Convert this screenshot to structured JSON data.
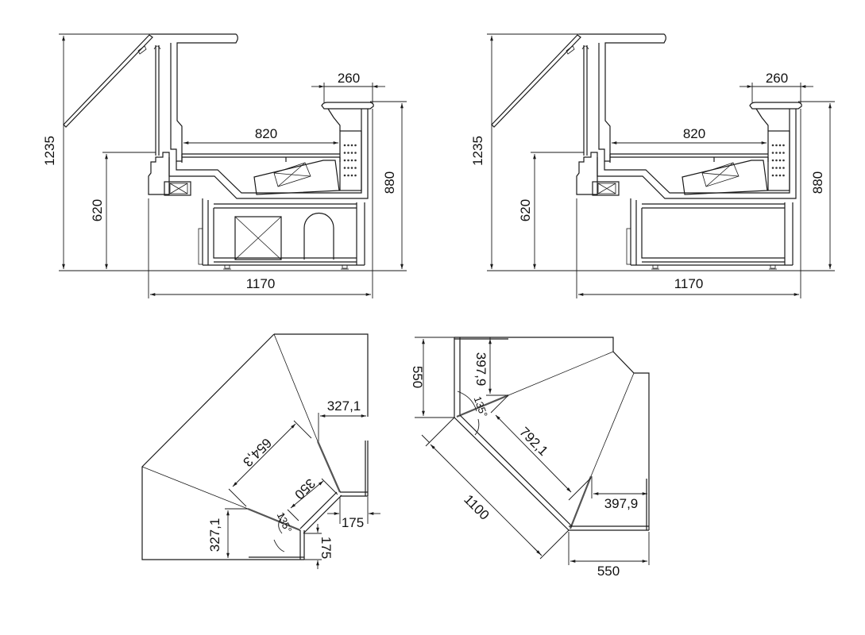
{
  "drawing": {
    "side_view_left": {
      "height_total": "1235",
      "height_counter": "620",
      "height_body": "880",
      "depth_total": "1170",
      "depth_display": "820",
      "depth_shelf": "260"
    },
    "side_view_right": {
      "height_total": "1235",
      "height_counter": "620",
      "height_body": "880",
      "depth_total": "1170",
      "depth_display": "820",
      "depth_shelf": "260"
    },
    "corner_inner": {
      "offset_top": "327,1",
      "offset_left": "327,1",
      "diagonal_back": "654,3",
      "diagonal_front": "350",
      "angle": "135°",
      "base_width_h": "175",
      "base_width_v": "175"
    },
    "corner_outer": {
      "side_left": "550",
      "offset_left": "397,9",
      "offset_right": "397,9",
      "diagonal_inner": "792,1",
      "diagonal_front": "1100",
      "angle": "135°",
      "side_bottom": "550"
    }
  }
}
